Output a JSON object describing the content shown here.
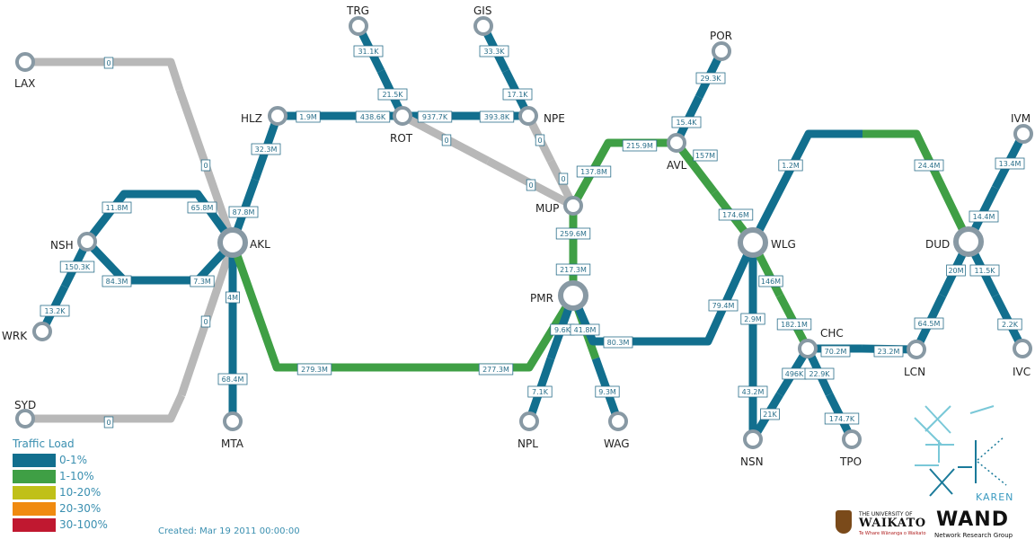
{
  "colors": {
    "low": "#126f8e",
    "mid": "#3f9f45",
    "idle": "#b8b8b8",
    "node_ring": "#8899a4",
    "label_text": "#2a6f8a",
    "legend_text": "#3a8fb0"
  },
  "legend": {
    "title": "Traffic Load",
    "items": [
      {
        "label": "0-1%",
        "color": "#126f8e"
      },
      {
        "label": "1-10%",
        "color": "#3f9f45"
      },
      {
        "label": "10-20%",
        "color": "#c0c018"
      },
      {
        "label": "20-30%",
        "color": "#f08a10"
      },
      {
        "label": "30-100%",
        "color": "#c01830"
      }
    ]
  },
  "created": "Created: Mar 19 2011 00:00:00",
  "karen_logo_text": "KAREN",
  "waikato": {
    "small": "THE UNIVERSITY OF",
    "big": "WAIKATO",
    "maori": "Te Whare Wānanga o Waikato"
  },
  "wand": {
    "big": "WAND",
    "sub": "Network Research Group"
  },
  "nodes": [
    {
      "id": "LAX",
      "label": "LAX"
    },
    {
      "id": "SYD",
      "label": "SYD"
    },
    {
      "id": "WRK",
      "label": "WRK"
    },
    {
      "id": "NSH",
      "label": "NSH"
    },
    {
      "id": "AKL",
      "label": "AKL"
    },
    {
      "id": "HLZ",
      "label": "HLZ"
    },
    {
      "id": "MTA",
      "label": "MTA"
    },
    {
      "id": "TRG",
      "label": "TRG"
    },
    {
      "id": "ROT",
      "label": "ROT"
    },
    {
      "id": "GIS",
      "label": "GIS"
    },
    {
      "id": "NPE",
      "label": "NPE"
    },
    {
      "id": "MUP",
      "label": "MUP"
    },
    {
      "id": "PMR",
      "label": "PMR"
    },
    {
      "id": "NPL",
      "label": "NPL"
    },
    {
      "id": "WAG",
      "label": "WAG"
    },
    {
      "id": "POR",
      "label": "POR"
    },
    {
      "id": "AVL",
      "label": "AVL"
    },
    {
      "id": "WLG",
      "label": "WLG"
    },
    {
      "id": "NSN",
      "label": "NSN"
    },
    {
      "id": "CHC",
      "label": "CHC"
    },
    {
      "id": "TPO",
      "label": "TPO"
    },
    {
      "id": "LCN",
      "label": "LCN"
    },
    {
      "id": "DUD",
      "label": "DUD"
    },
    {
      "id": "IVM",
      "label": "IVM"
    },
    {
      "id": "IVC",
      "label": "IVC"
    }
  ],
  "links": [
    {
      "id": "lax",
      "color": "idle",
      "label": "0"
    },
    {
      "id": "lax-akl",
      "color": "idle",
      "label": "0"
    },
    {
      "id": "syd",
      "color": "idle",
      "label": "0"
    },
    {
      "id": "syd-akl",
      "color": "idle",
      "label": "0"
    },
    {
      "id": "hlz-akl",
      "color": "low",
      "label": "32.3M"
    },
    {
      "id": "akl-hlz",
      "color": "low",
      "label": "87.8M"
    },
    {
      "id": "hlz-rot-a",
      "color": "low",
      "label": "1.9M"
    },
    {
      "id": "hlz-rot-b",
      "color": "low",
      "label": "438.6K"
    },
    {
      "id": "rot-npe-a",
      "color": "low",
      "label": "937.7K"
    },
    {
      "id": "rot-npe-b",
      "color": "low",
      "label": "393.8K"
    },
    {
      "id": "trg-rot",
      "color": "low",
      "label": "31.1K"
    },
    {
      "id": "rot-trg",
      "color": "low",
      "label": "21.5K"
    },
    {
      "id": "gis-npe",
      "color": "low",
      "label": "33.3K"
    },
    {
      "id": "npe-gis",
      "color": "low",
      "label": "17.1K"
    },
    {
      "id": "rot-mup",
      "color": "idle",
      "label": "0"
    },
    {
      "id": "mup-rot",
      "color": "idle",
      "label": "0"
    },
    {
      "id": "npe-mup",
      "color": "idle",
      "label": "0"
    },
    {
      "id": "mup-npe",
      "color": "idle",
      "label": "0"
    },
    {
      "id": "nsh-akl-top-a",
      "color": "low",
      "label": "11.8M"
    },
    {
      "id": "nsh-akl-top-b",
      "color": "low",
      "label": "65.8M"
    },
    {
      "id": "nsh-akl-bot-a",
      "color": "low",
      "label": "84.3M"
    },
    {
      "id": "nsh-akl-bot-b",
      "color": "low",
      "label": "7.3M"
    },
    {
      "id": "nsh-wrk",
      "color": "low",
      "label": "150.3K"
    },
    {
      "id": "wrk-nsh",
      "color": "low",
      "label": "13.2K"
    },
    {
      "id": "akl-mta",
      "color": "low",
      "label": "4M"
    },
    {
      "id": "mta-akl",
      "color": "low",
      "label": "68.4M"
    },
    {
      "id": "akl-pmr",
      "color": "mid",
      "label": "279.3M"
    },
    {
      "id": "pmr-akl",
      "color": "mid",
      "label": "277.3M"
    },
    {
      "id": "mup-pmr",
      "color": "mid",
      "label": "259.6M"
    },
    {
      "id": "pmr-mup",
      "color": "mid",
      "label": "217.3M"
    },
    {
      "id": "mup-avl",
      "color": "mid",
      "label": "137.8M"
    },
    {
      "id": "avl-mup",
      "color": "mid",
      "label": "215.9M"
    },
    {
      "id": "avl-por",
      "color": "low",
      "label": "15.4K"
    },
    {
      "id": "por-avl",
      "color": "low",
      "label": "29.3K"
    },
    {
      "id": "avl-wlg",
      "color": "mid",
      "label": "157M"
    },
    {
      "id": "wlg-avl",
      "color": "mid",
      "label": "174.6M"
    },
    {
      "id": "pmr-npl",
      "color": "low",
      "label": "9.6K"
    },
    {
      "id": "npl-pmr",
      "color": "low",
      "label": "7.1K"
    },
    {
      "id": "pmr-wag",
      "color": "mid",
      "label": "41.8M"
    },
    {
      "id": "wag-pmr",
      "color": "low",
      "label": "9.3M"
    },
    {
      "id": "pmr-wlg",
      "color": "low",
      "label": "80.3M"
    },
    {
      "id": "wlg-pmr",
      "color": "low",
      "label": "79.4M"
    },
    {
      "id": "wlg-nsn",
      "color": "low",
      "label": "2.9M"
    },
    {
      "id": "nsn-wlg",
      "color": "low",
      "label": "43.2M"
    },
    {
      "id": "wlg-chc",
      "color": "mid",
      "label": "146M"
    },
    {
      "id": "chc-wlg",
      "color": "mid",
      "label": "182.1M"
    },
    {
      "id": "chc-nsn",
      "color": "low",
      "label": "496K"
    },
    {
      "id": "nsn-chc",
      "color": "low",
      "label": "21K"
    },
    {
      "id": "chc-tpo",
      "color": "low",
      "label": "22.9K"
    },
    {
      "id": "tpo-chc",
      "color": "low",
      "label": "174.7K"
    },
    {
      "id": "chc-lcn",
      "color": "low",
      "label": "70.2M"
    },
    {
      "id": "lcn-chc",
      "color": "low",
      "label": "23.2M"
    },
    {
      "id": "wlg-dud",
      "color": "low",
      "label": "1.2M"
    },
    {
      "id": "dud-wlg",
      "color": "mid",
      "label": "24.4M"
    },
    {
      "id": "dud-ivm",
      "color": "low",
      "label": "14.4M"
    },
    {
      "id": "ivm-dud",
      "color": "low",
      "label": "13.4M"
    },
    {
      "id": "dud-lcn",
      "color": "low",
      "label": "20M"
    },
    {
      "id": "lcn-dud",
      "color": "low",
      "label": "64.5M"
    },
    {
      "id": "dud-ivc",
      "color": "low",
      "label": "11.5K"
    },
    {
      "id": "ivc-dud",
      "color": "low",
      "label": "2.2K"
    }
  ]
}
